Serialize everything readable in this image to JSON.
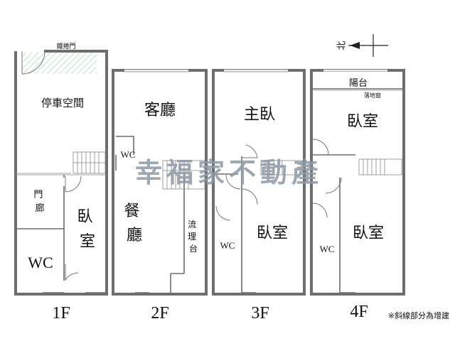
{
  "floors": [
    {
      "label": "1F",
      "rooms": {
        "parking": "停車空間",
        "gate": "鐵捲門",
        "porch": "門\n廊",
        "bedroom": "臥\n室",
        "wc": "WC"
      }
    },
    {
      "label": "2F",
      "rooms": {
        "living": "客廳",
        "dining": "餐\n廳",
        "wc": "WC",
        "sink": "流\n理\n台"
      }
    },
    {
      "label": "3F",
      "rooms": {
        "master": "主臥",
        "bedroom": "臥室",
        "wc": "WC"
      }
    },
    {
      "label": "4F",
      "rooms": {
        "balcony": "陽台",
        "window": "落地窗",
        "bedroom_top": "臥室",
        "bedroom": "臥室",
        "wc": "WC"
      }
    }
  ],
  "compass": {
    "label": "北"
  },
  "watermark": "幸福家不動產",
  "note": "※斜線部分為增建"
}
